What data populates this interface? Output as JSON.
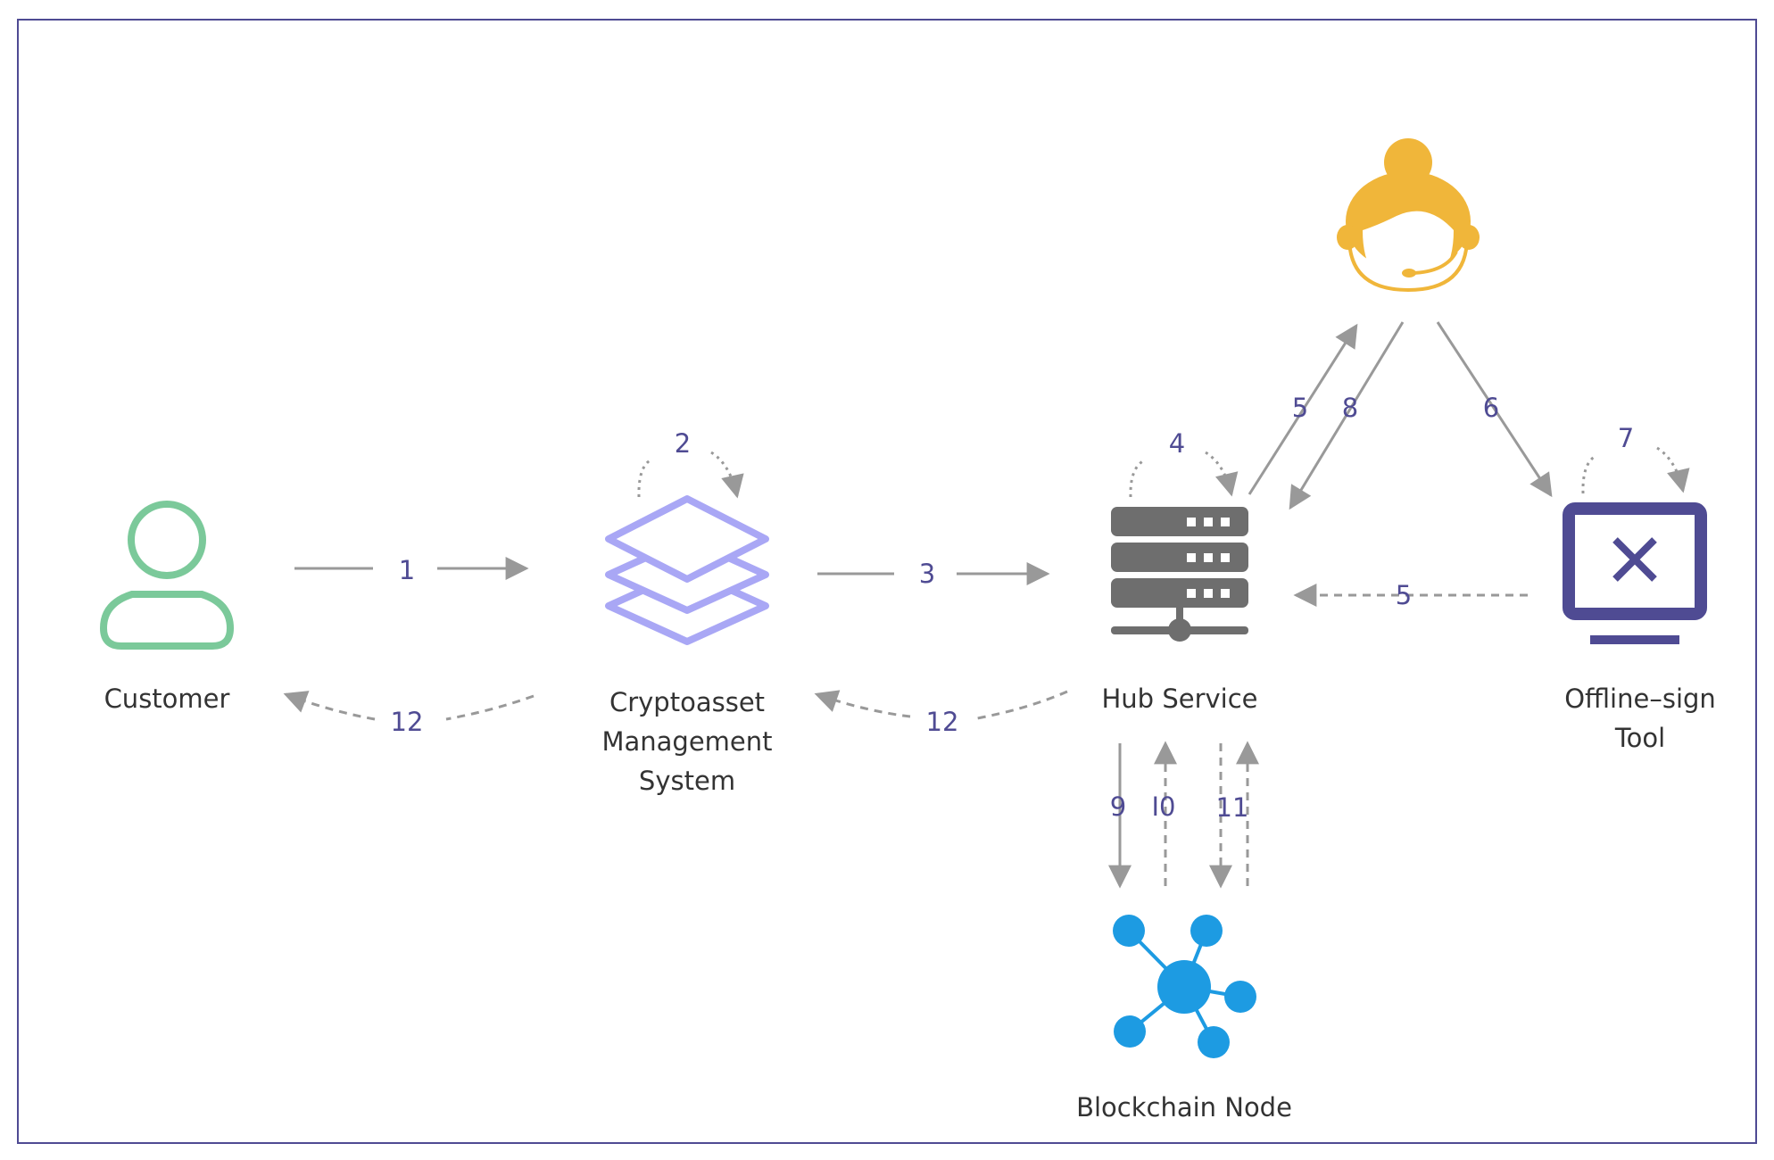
{
  "header": {
    "title": "Withdrawal Flow – Offline–sign Custodian"
  },
  "nodes": {
    "customer": "Customer",
    "cms": [
      "Cryptoasset",
      "Management",
      "System"
    ],
    "hub": "Hub Service",
    "offline": [
      "Offline–sign",
      "Tool"
    ],
    "blockchain": "Blockchain Node"
  },
  "steps": {
    "s1": "1",
    "s2": "2",
    "s3": "3",
    "s4": "4",
    "s5a": "5",
    "s5b": "5",
    "s6": "6",
    "s7": "7",
    "s8": "8",
    "s9": "9",
    "s10": "I0",
    "s11": "11",
    "s12a": "12",
    "s12b": "12"
  },
  "colors": {
    "header": "#4f4b93",
    "customer": "#7bc99a",
    "cms": "#a9a7f5",
    "server": "#6e6e6e",
    "operator": "#f0b63a",
    "offline_tool": "#4f4b93",
    "blockchain": "#1d9be2",
    "arrow": "#999999",
    "step_text": "#4f4b93"
  },
  "icons": {
    "customer": "user-icon",
    "cms": "stacked-layers-icon",
    "hub": "server-icon",
    "operator": "operator-headset-icon",
    "offline": "monitor-cross-icon",
    "blockchain": "network-node-icon"
  }
}
